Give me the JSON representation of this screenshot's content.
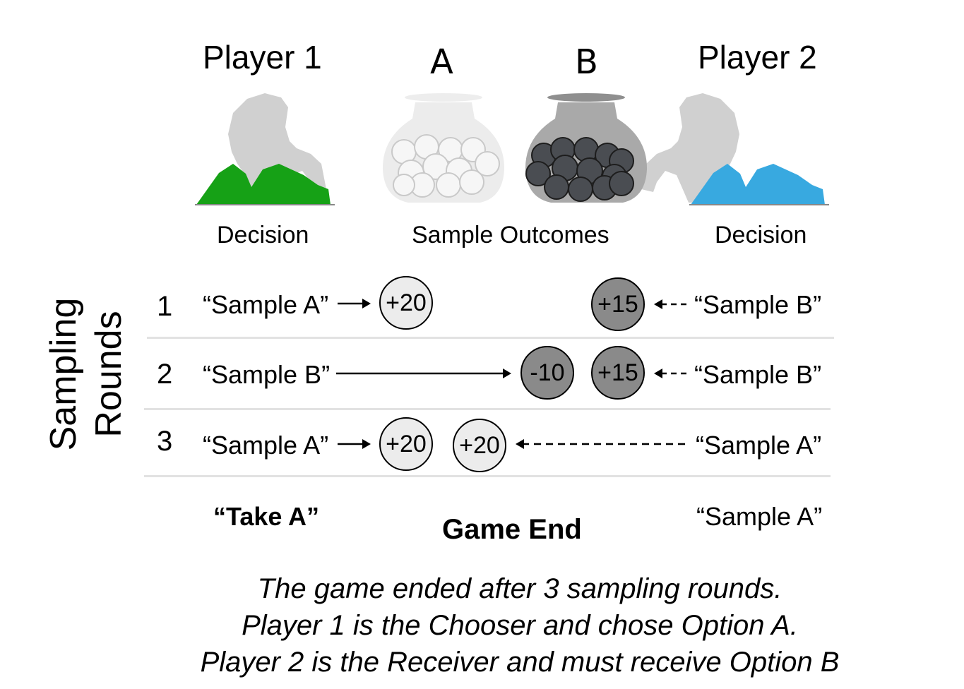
{
  "player1": {
    "title": "Player 1",
    "subtitle": "Decision",
    "shirt_color": "#16a116"
  },
  "player2": {
    "title": "Player 2",
    "subtitle": "Decision",
    "shirt_color": "#38a9e0"
  },
  "jars": {
    "a_label": "A",
    "b_label": "B",
    "subtitle": "Sample Outcomes"
  },
  "axis_label": {
    "line1": "Sampling",
    "line2": "Rounds"
  },
  "rounds": [
    {
      "num": "1",
      "p1_said": "“Sample A”",
      "p1_chip": "+20",
      "p2_chip": "+15",
      "p2_said": "“Sample B”"
    },
    {
      "num": "2",
      "p1_said": "“Sample B”",
      "p1_chip": "-10",
      "p2_chip": "+15",
      "p2_said": "“Sample B”"
    },
    {
      "num": "3",
      "p1_said": "“Sample A”",
      "p1_chip": "+20",
      "p2_chip": "+20",
      "p2_said": "“Sample A”"
    }
  ],
  "final": {
    "p1": "“Take A”",
    "label": "Game End",
    "p2": "“Sample A”"
  },
  "caption": [
    "The game ended after 3 sampling rounds.",
    "Player 1 is the Chooser and chose Option A.",
    "Player 2 is the Receiver and must receive Option B"
  ]
}
